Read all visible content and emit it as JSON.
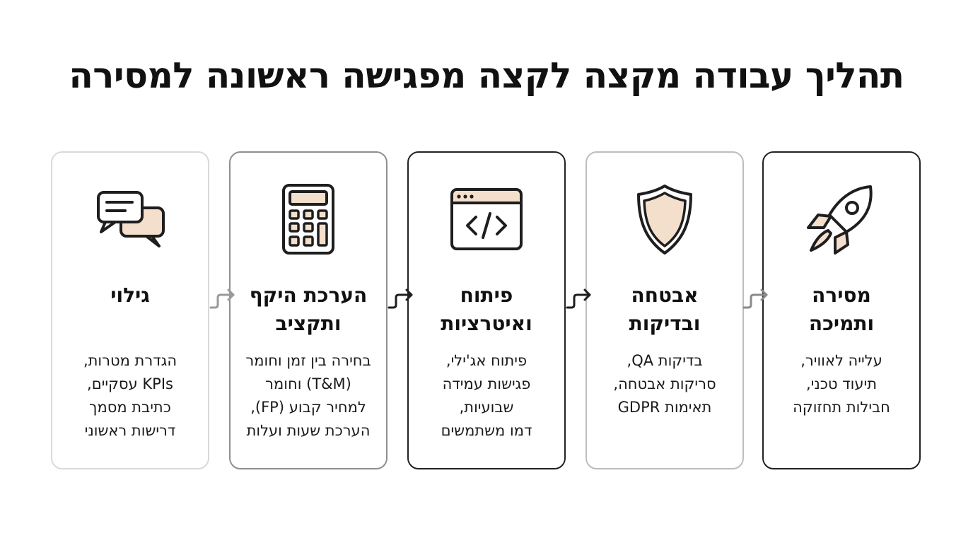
{
  "title": "תהליך עבודה מקצה לקצה מפגישה ראשונה למסירה",
  "steps": [
    {
      "icon": "chat-bubbles-icon",
      "title": "גילוי",
      "description": "הגדרת מטרות,\nKPIs עסקיים,\nכתיבת מסמך\nדרישות ראשוני"
    },
    {
      "icon": "calculator-icon",
      "title": "הערכת היקף\nותקציב",
      "description": "בחירה בין זמן וחומר\n(T&M) וחומר\nלמחיר קבוע (FP),\nהערכת שעות ועלות"
    },
    {
      "icon": "code-window-icon",
      "title": "פיתוח\nואיטרציות",
      "description": "פיתוח אג'ילי,\nפגישות עמידה\nשבועיות,\nדמו משתמשים"
    },
    {
      "icon": "shield-icon",
      "title": "אבטחה\nובדיקות",
      "description": "בדיקות QA,\nסריקות אבטחה,\nתאימות GDPR"
    },
    {
      "icon": "rocket-icon",
      "title": "מסירה\nותמיכה",
      "description": "עלייה לאוויר,\nתיעוד טכני,\nחבילות תחזוקה"
    }
  ],
  "colors": {
    "accent_fill": "#f3dfcb",
    "stroke": "#1e1e1e"
  }
}
